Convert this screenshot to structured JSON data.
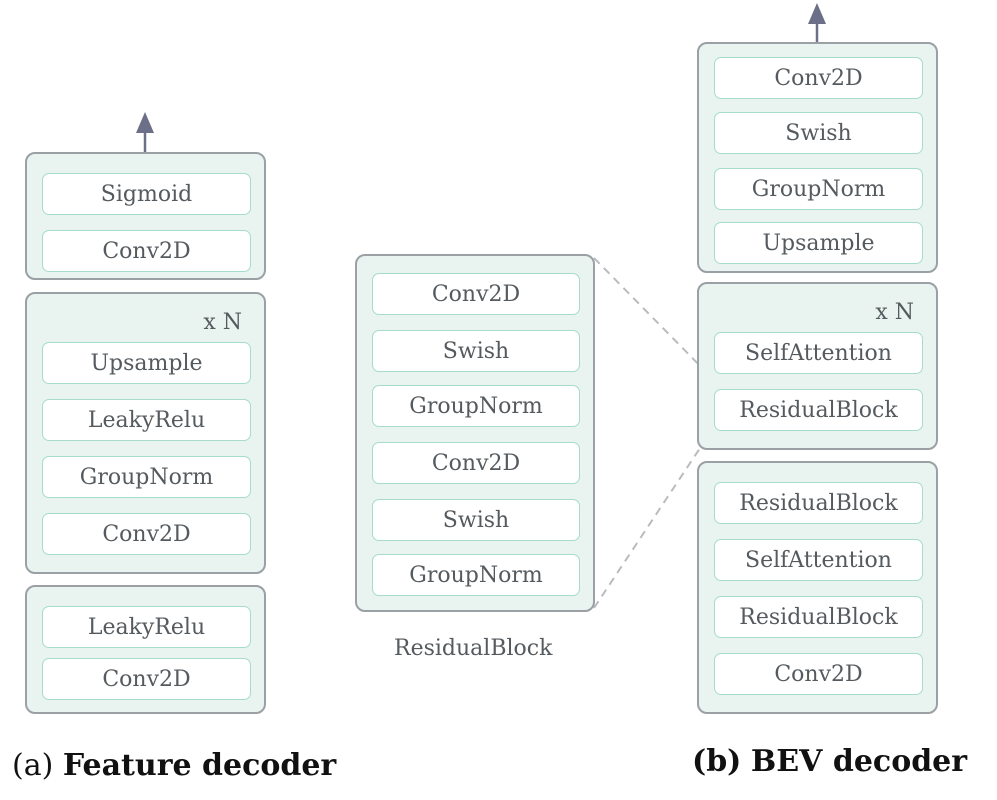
{
  "feature_decoder": {
    "top_block": [
      "Sigmoid",
      "Conv2D"
    ],
    "repeat_block": {
      "repeat_label": "x N",
      "layers": [
        "Upsample",
        "LeakyRelu",
        "GroupNorm",
        "Conv2D"
      ]
    },
    "bottom_block": [
      "LeakyRelu",
      "Conv2D"
    ],
    "label_prefix": "(a)",
    "label_title": "Feature decoder"
  },
  "residual_block": {
    "layers": [
      "Conv2D",
      "Swish",
      "GroupNorm",
      "Conv2D",
      "Swish",
      "GroupNorm"
    ],
    "caption": "ResidualBlock"
  },
  "bev_decoder": {
    "top_block": [
      "Conv2D",
      "Swish",
      "GroupNorm",
      "Upsample"
    ],
    "repeat_block": {
      "repeat_label": "x N",
      "layers": [
        "SelfAttention",
        "ResidualBlock"
      ]
    },
    "bottom_block": [
      "ResidualBlock",
      "SelfAttention",
      "ResidualBlock",
      "Conv2D"
    ],
    "label_prefix": "(b)",
    "label_title": "BEV decoder"
  },
  "colors": {
    "block_fill": "#e9f4f0",
    "block_border": "#9aa0a4",
    "layer_border": "#a6dcc8",
    "arrow": "#6b7088",
    "text": "#555a5e"
  }
}
